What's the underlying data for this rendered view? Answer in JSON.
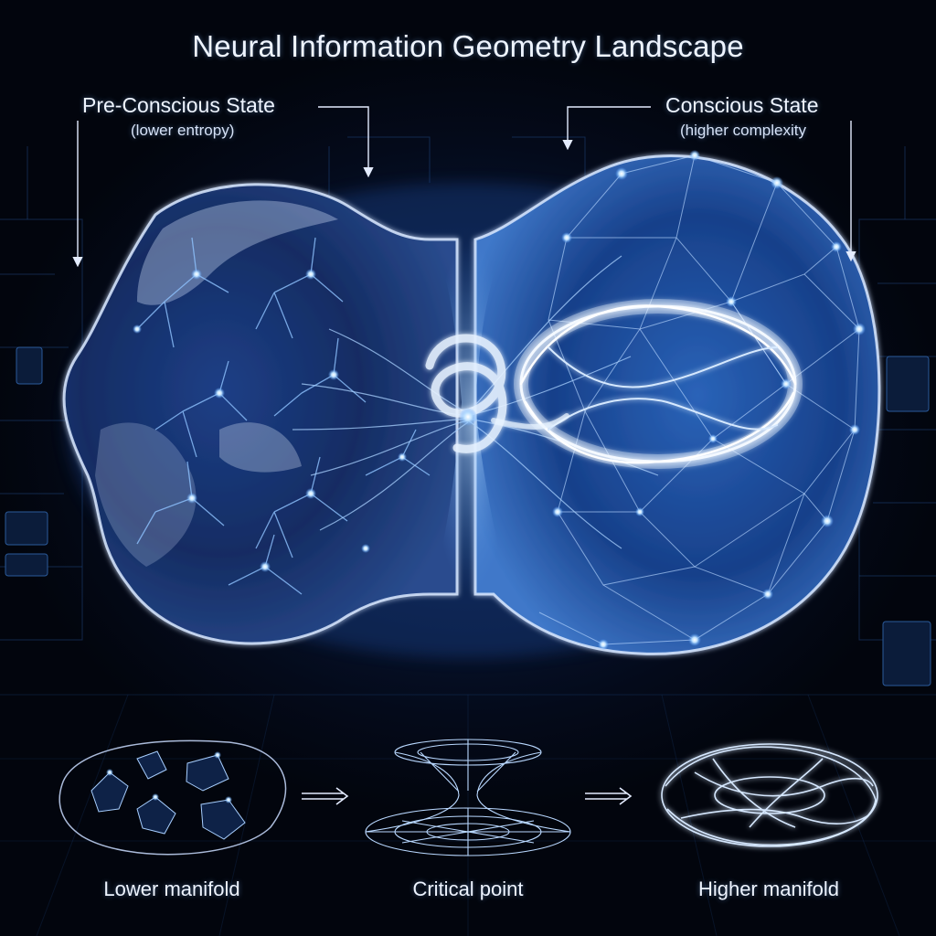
{
  "title": "Neural Information Geometry Landscape",
  "left_state": {
    "title": "Pre-Conscious State",
    "subtitle": "(lower entropy)"
  },
  "right_state": {
    "title": "Conscious State",
    "subtitle": "(higher complexity"
  },
  "stages": [
    {
      "label": "Lower manifold"
    },
    {
      "label": "Critical point"
    },
    {
      "label": "Higher manifold"
    }
  ],
  "colors": {
    "background": "#03060f",
    "glow": "#7fb8ff",
    "membrane": "#cfe2ff",
    "network": "#9cc8ff",
    "text": "#eef4ff"
  }
}
